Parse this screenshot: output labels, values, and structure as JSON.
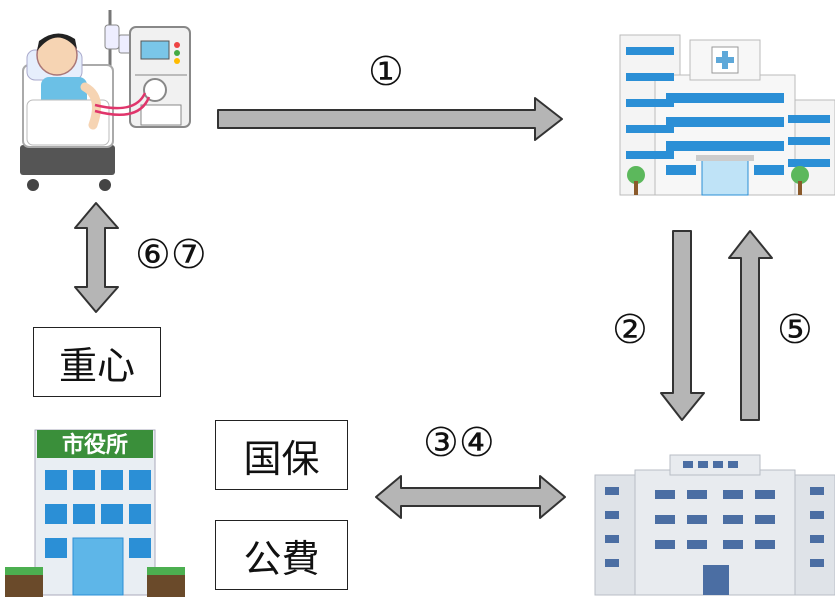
{
  "steps": {
    "s1": "①",
    "s2": "②",
    "s5": "⑤",
    "s34": "③④",
    "s67": "⑥⑦"
  },
  "labels": {
    "jushin": "重心",
    "kokuho": "国保",
    "kouhi": "公費",
    "city_hall_sign": "市役所"
  },
  "icons": {
    "patient": "patient-dialysis-icon",
    "hospital": "hospital-icon",
    "city_hall": "city-hall-icon",
    "office": "office-building-icon"
  },
  "colors": {
    "arrow_fill": "#b5b5b5",
    "arrow_stroke": "#333333",
    "hospital_blue": "#2b8fd6",
    "city_green": "#3a8f3a"
  }
}
